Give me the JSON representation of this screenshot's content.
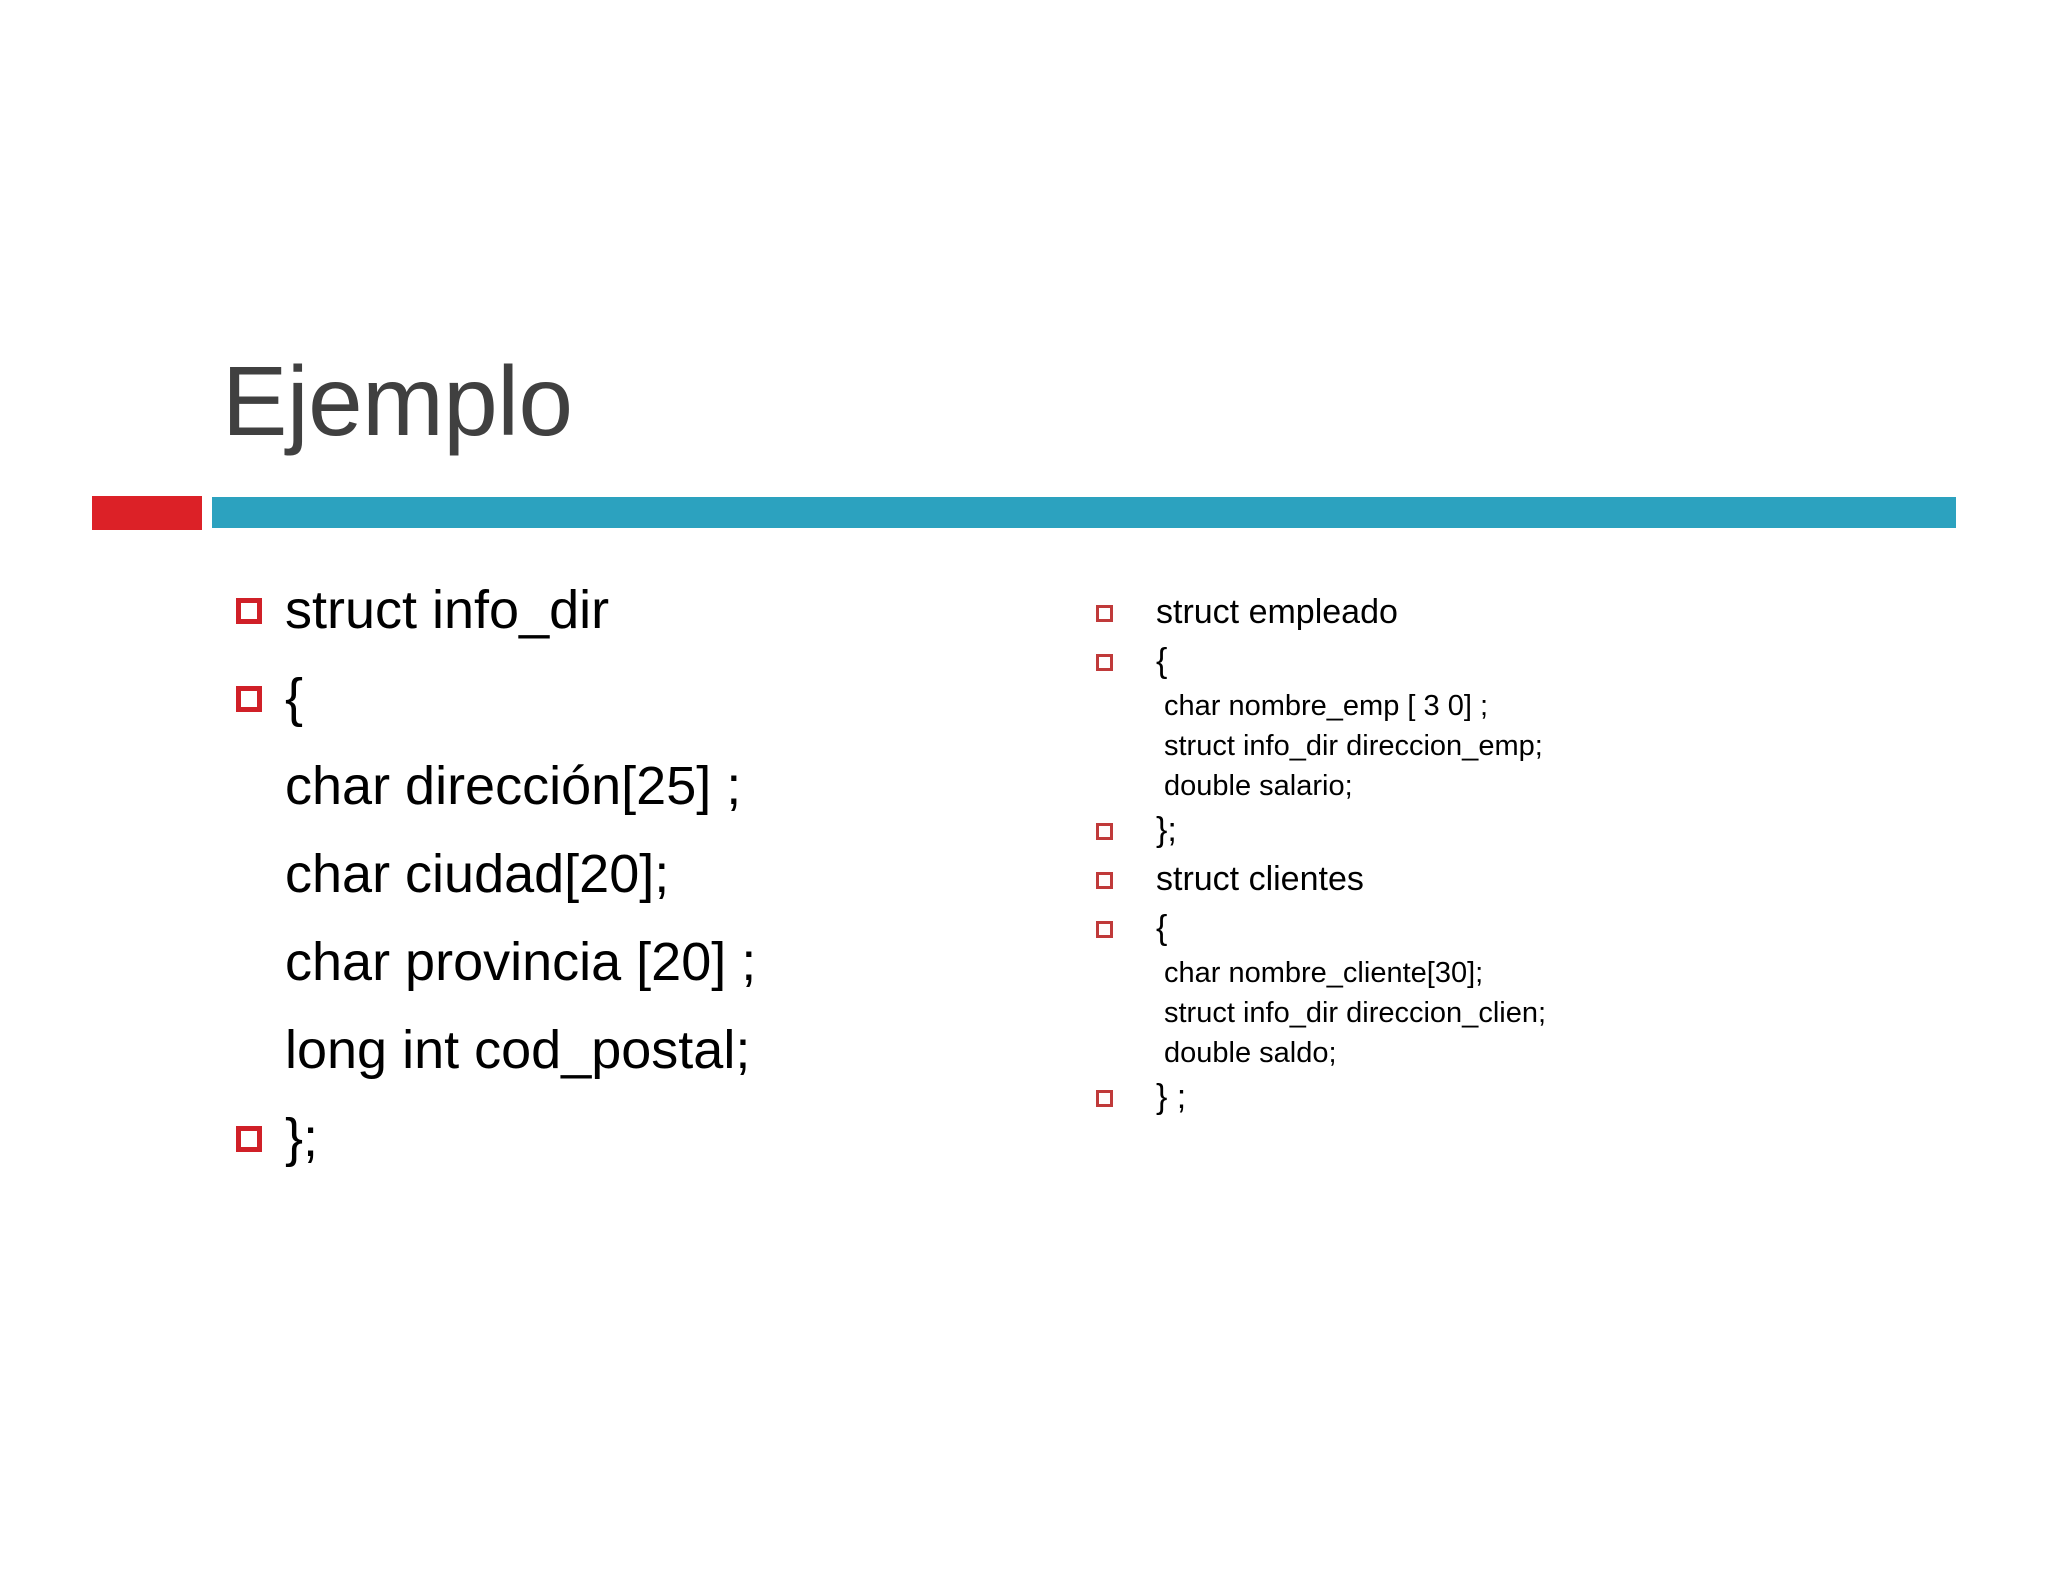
{
  "slide": {
    "title": "Ejemplo",
    "colors": {
      "title_text": "#404040",
      "accent_red": "#DC2127",
      "accent_cyan": "#2CA2BF",
      "bullet_red": "#D02028",
      "body_text": "#000000",
      "background": "#FFFFFF"
    }
  },
  "left_column": {
    "lines": [
      {
        "text": "struct info_dir",
        "bulleted": true
      },
      {
        "text": "{",
        "bulleted": true
      },
      {
        "text": "char dirección[25] ;",
        "bulleted": false
      },
      {
        "text": "char ciudad[20];",
        "bulleted": false
      },
      {
        "text": "char provincia [20] ;",
        "bulleted": false
      },
      {
        "text": "long int cod_postal;",
        "bulleted": false
      },
      {
        "text": "};",
        "bulleted": true
      }
    ]
  },
  "right_column": {
    "lines": [
      {
        "text": "struct empleado",
        "bulleted": true,
        "size": "major"
      },
      {
        "text": "{",
        "bulleted": true,
        "size": "major"
      },
      {
        "text": "char nombre_emp [ 3 0] ;",
        "bulleted": false,
        "size": "minor"
      },
      {
        "text": "struct info_dir direccion_emp;",
        "bulleted": false,
        "size": "minor"
      },
      {
        "text": "double salario;",
        "bulleted": false,
        "size": "minor"
      },
      {
        "text": "};",
        "bulleted": true,
        "size": "major"
      },
      {
        "text": "struct clientes",
        "bulleted": true,
        "size": "major"
      },
      {
        "text": "{",
        "bulleted": true,
        "size": "major"
      },
      {
        "text": "char nombre_cliente[30];",
        "bulleted": false,
        "size": "minor"
      },
      {
        "text": "struct info_dir direccion_clien;",
        "bulleted": false,
        "size": "minor"
      },
      {
        "text": "double saldo;",
        "bulleted": false,
        "size": "minor"
      },
      {
        "text": "} ;",
        "bulleted": true,
        "size": "major"
      }
    ]
  }
}
